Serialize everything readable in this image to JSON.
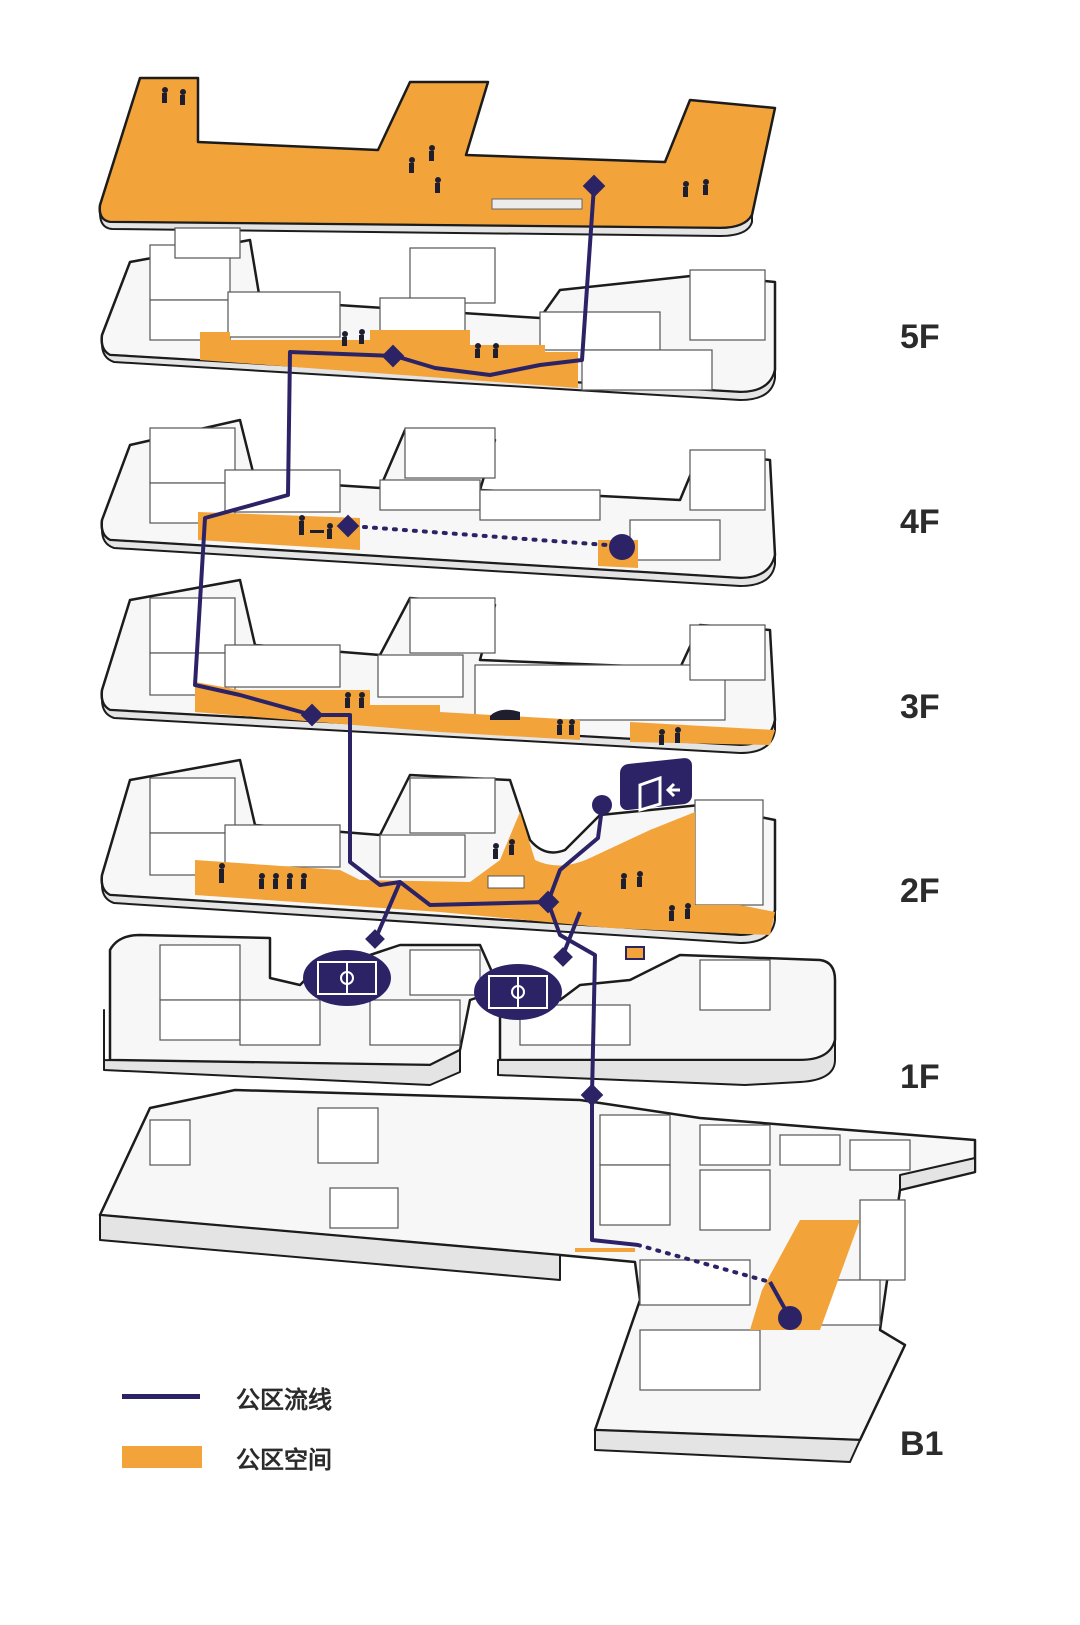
{
  "colors": {
    "route": "#2c2367",
    "public_space": "#f2a33a",
    "building_fill": "#f7f7f7",
    "outline": "#1c1c1c",
    "label": "#2b2b2b"
  },
  "floors": [
    {
      "id": "roof",
      "label": ""
    },
    {
      "id": "5f",
      "label": "5F"
    },
    {
      "id": "4f",
      "label": "4F"
    },
    {
      "id": "3f",
      "label": "3F"
    },
    {
      "id": "2f",
      "label": "2F"
    },
    {
      "id": "1f",
      "label": "1F"
    },
    {
      "id": "b1",
      "label": "B1"
    }
  ],
  "icons": [
    "entrance-icon",
    "basketball-court-icon",
    "basketball-court-icon",
    "person-icon",
    "piano-icon",
    "chair-icon",
    "route-node-icon"
  ],
  "legend": {
    "route_label": "公区流线",
    "space_label": "公区空间"
  }
}
